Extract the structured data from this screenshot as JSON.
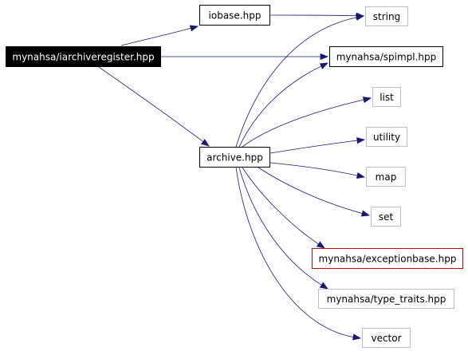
{
  "nodes": [
    {
      "id": "iarchiveregister",
      "label": "mynahsa/iarchiveregister.hpp",
      "style": "root"
    },
    {
      "id": "iobase",
      "label": "iobase.hpp",
      "style": "normal"
    },
    {
      "id": "string",
      "label": "string",
      "style": "external"
    },
    {
      "id": "spimpl",
      "label": "mynahsa/spimpl.hpp",
      "style": "normal"
    },
    {
      "id": "list",
      "label": "list",
      "style": "external"
    },
    {
      "id": "archive",
      "label": "archive.hpp",
      "style": "normal"
    },
    {
      "id": "utility",
      "label": "utility",
      "style": "external"
    },
    {
      "id": "map",
      "label": "map",
      "style": "external"
    },
    {
      "id": "set",
      "label": "set",
      "style": "external"
    },
    {
      "id": "exceptionbase",
      "label": "mynahsa/exceptionbase.hpp",
      "style": "highlight"
    },
    {
      "id": "type_traits",
      "label": "mynahsa/type_traits.hpp",
      "style": "external"
    },
    {
      "id": "vector",
      "label": "vector",
      "style": "external"
    }
  ],
  "edges": [
    {
      "from": "iarchiveregister",
      "to": "iobase"
    },
    {
      "from": "iarchiveregister",
      "to": "spimpl"
    },
    {
      "from": "iarchiveregister",
      "to": "archive"
    },
    {
      "from": "iobase",
      "to": "string"
    },
    {
      "from": "archive",
      "to": "string"
    },
    {
      "from": "archive",
      "to": "spimpl"
    },
    {
      "from": "archive",
      "to": "list"
    },
    {
      "from": "archive",
      "to": "utility"
    },
    {
      "from": "archive",
      "to": "map"
    },
    {
      "from": "archive",
      "to": "set"
    },
    {
      "from": "archive",
      "to": "exceptionbase"
    },
    {
      "from": "archive",
      "to": "type_traits"
    },
    {
      "from": "archive",
      "to": "vector"
    }
  ],
  "colors": {
    "edge": "#191970",
    "root_fill": "#000000",
    "root_text": "#ffffff",
    "normal_border": "#000000",
    "external_border": "#bfbfbf",
    "highlight_border": "#cc0000",
    "text": "#000000"
  }
}
